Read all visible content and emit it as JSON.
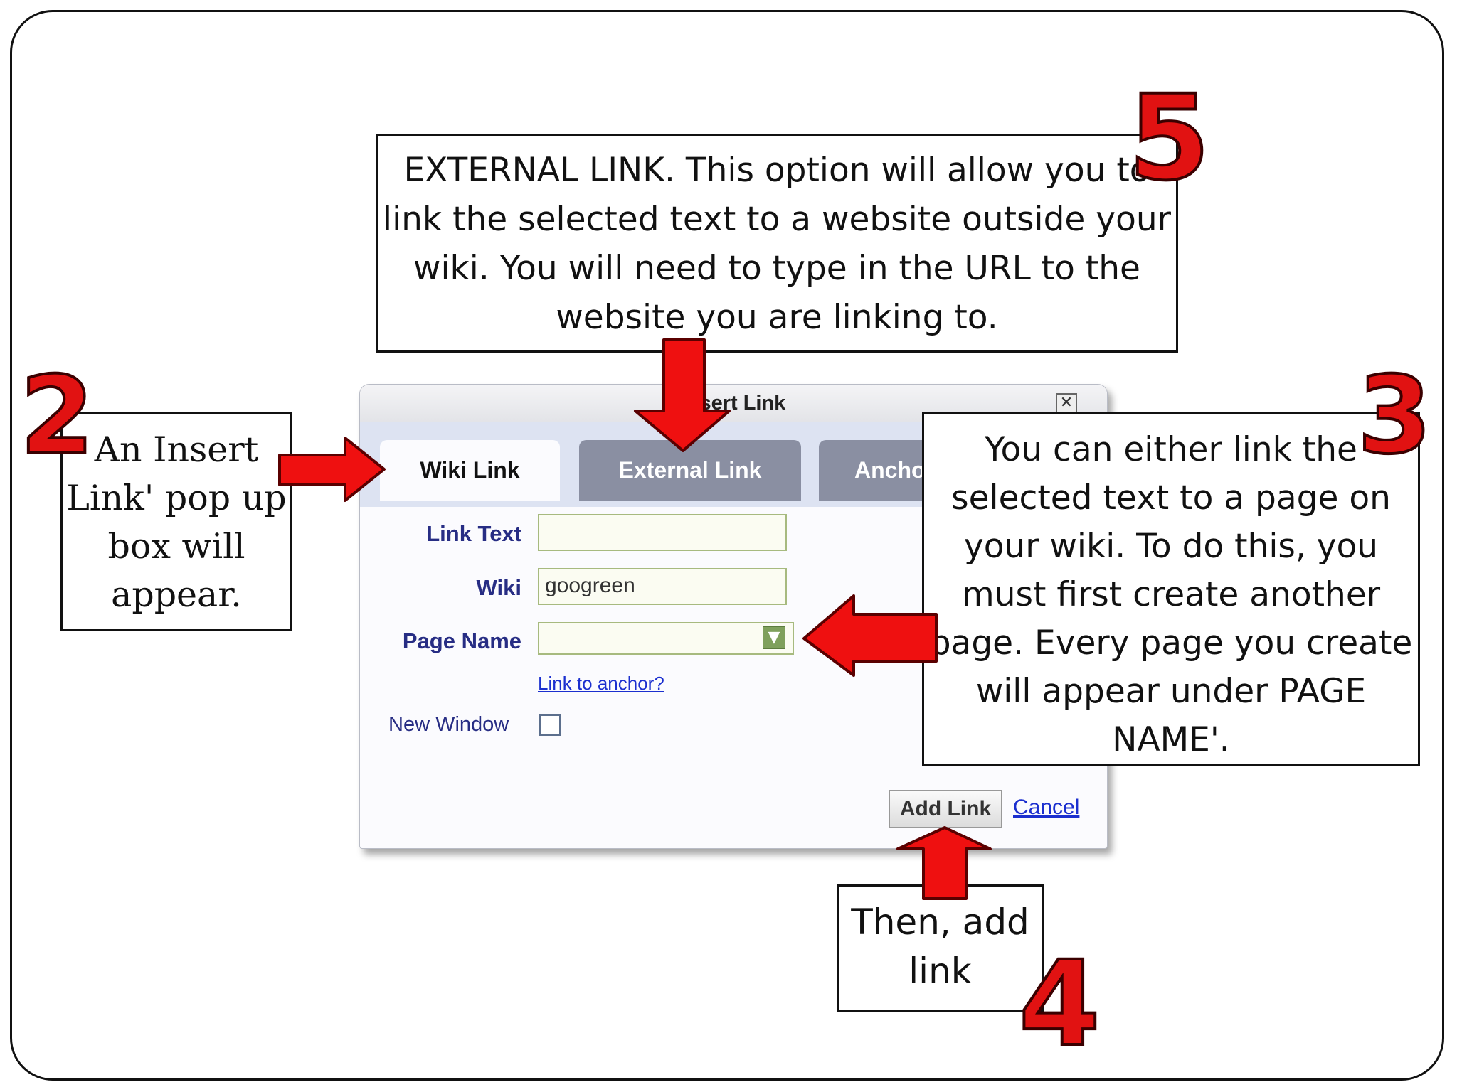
{
  "dialog": {
    "title": "Insert Link",
    "close_glyph": "✕",
    "tabs": [
      {
        "label": "Wiki Link",
        "active": true
      },
      {
        "label": "External Link",
        "active": false
      },
      {
        "label": "Ancho",
        "active": false
      }
    ],
    "fields": {
      "link_text_label": "Link Text",
      "link_text_value": "",
      "wiki_label": "Wiki",
      "wiki_value": "googreen",
      "page_name_label": "Page Name",
      "page_name_value": ""
    },
    "anchor_link": "Link to anchor?",
    "new_window_label": "New Window",
    "add_button": "Add Link",
    "cancel_link": "Cancel"
  },
  "callouts": {
    "external": "EXTERNAL LINK. This option will allow you to link the selected text to a website outside your wiki. You will need to type in the URL to the website you are linking to.",
    "popup": "An Insert Link' pop up box will appear.",
    "page": "You can either link the selected text to a page on your wiki. To do this, you must first create  another page. Every page you create will appear under PAGE NAME'.",
    "add": "Then, add link"
  },
  "steps": [
    "2",
    "3",
    "4",
    "5"
  ],
  "colors": {
    "arrow": "#ef1010",
    "step_number": "#e11212",
    "tab_inactive": "#8a8fa2",
    "label": "#272d84"
  }
}
